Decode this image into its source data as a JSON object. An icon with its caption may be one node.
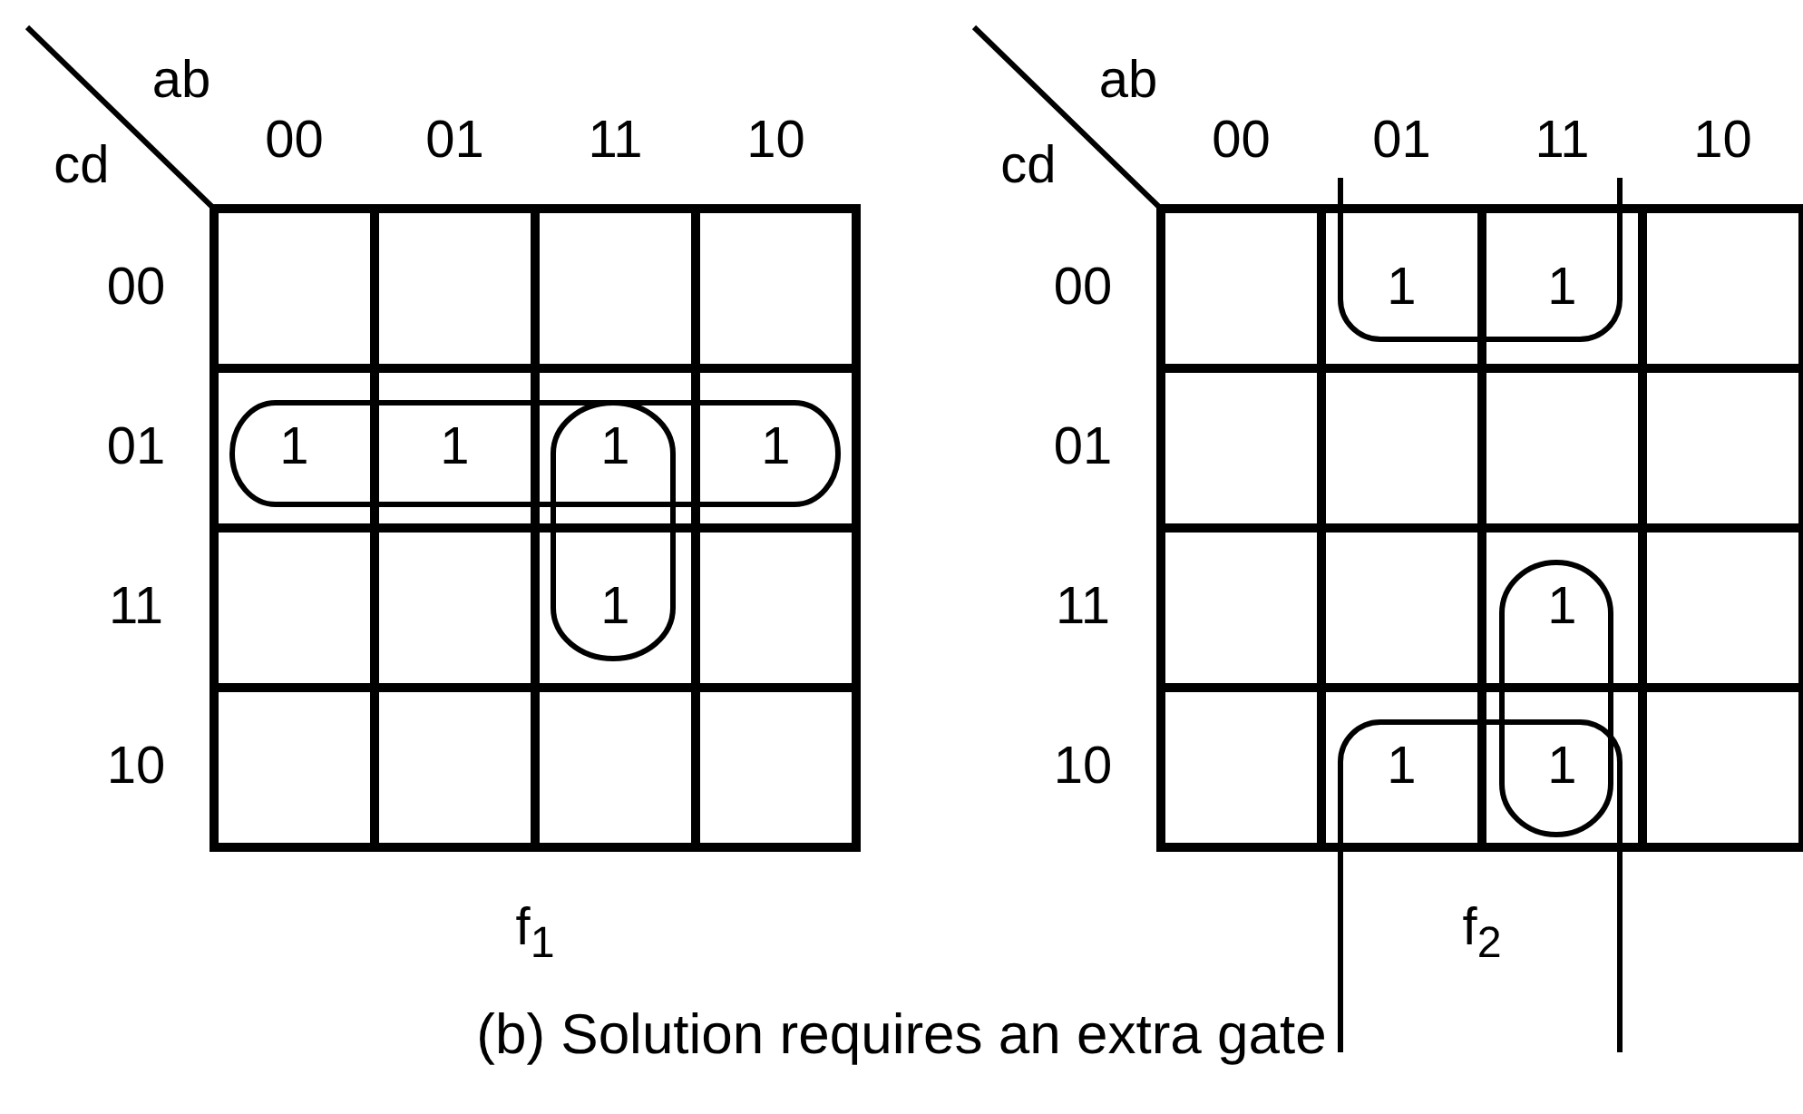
{
  "diagram": {
    "caption": "(b) Solution requires an extra gate",
    "labels": [
      "ab",
      "cd",
      "00",
      "01",
      "11",
      "10",
      "00",
      "01",
      "1",
      "1",
      "1",
      "1",
      "11",
      "1",
      "10",
      "f$_{1}$",
      "ab",
      "cd",
      "00",
      "01",
      "11",
      "10",
      "00",
      "1",
      "1",
      "01",
      "11",
      "1",
      "10",
      "1",
      "1",
      "f$_{2}$"
    ]
  }
}
